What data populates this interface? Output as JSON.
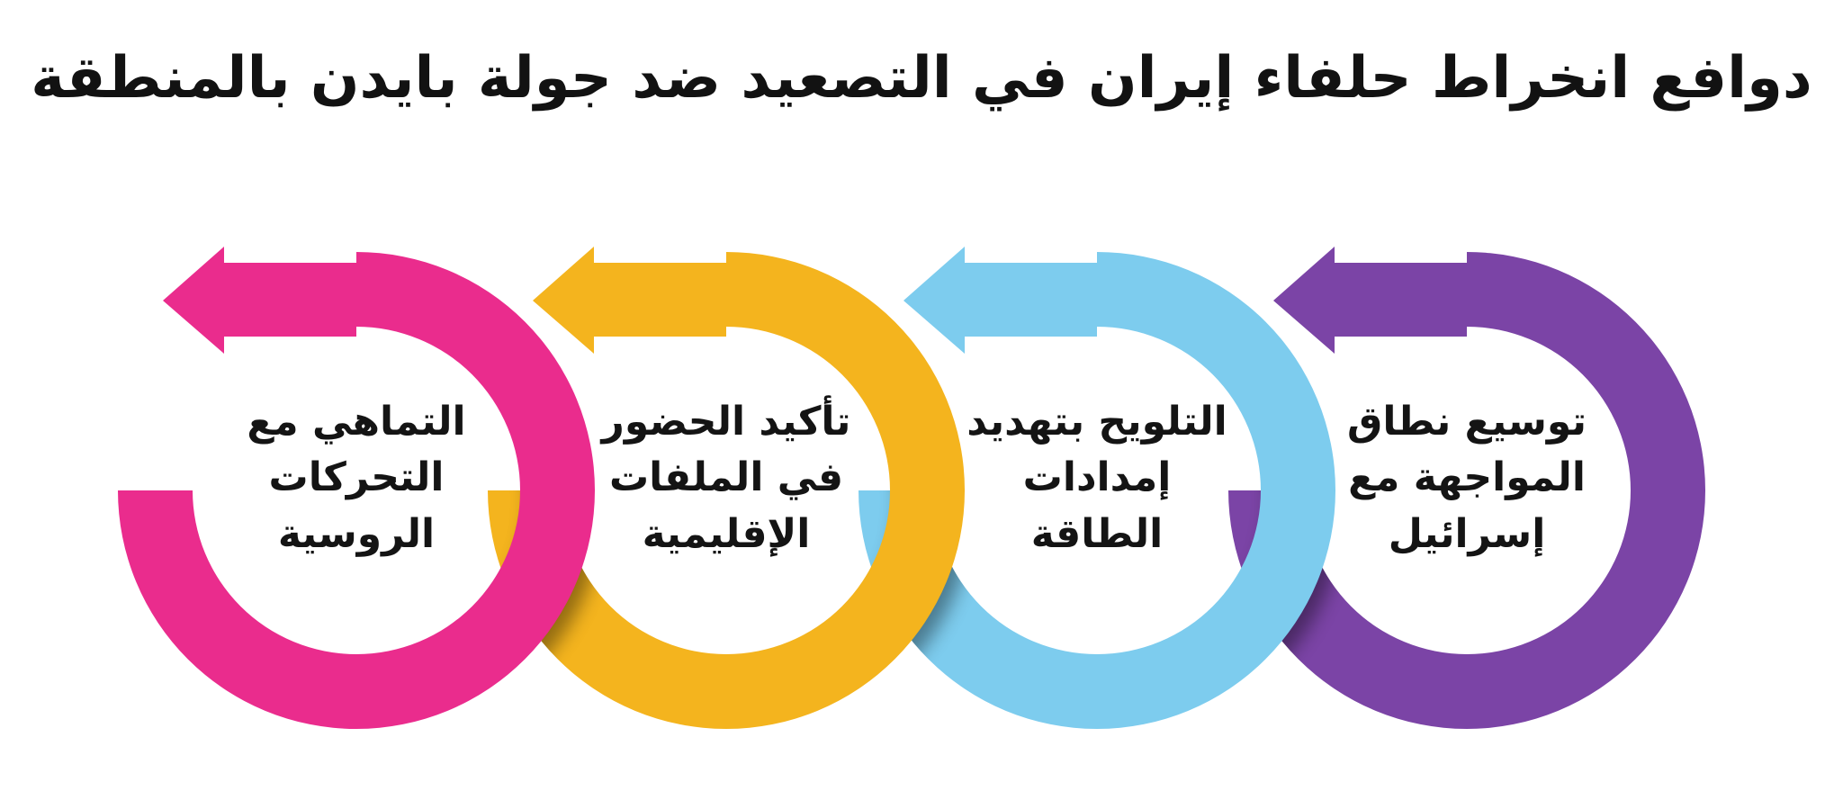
{
  "title": "دوافع انخراط حلفاء إيران في التصعيد ضد جولة بايدن بالمنطقة",
  "background_color": "#FFFFFF",
  "text_color": "#141414",
  "flow_direction": "right-to-left",
  "items": [
    {
      "name": "expand-confrontation-with-israel",
      "color": "#7B44A6",
      "label": "توسيع نطاق المواجهة مع إسرائيل",
      "lines": [
        "توسيع نطاق",
        "المواجهة مع",
        "إسرائيل"
      ]
    },
    {
      "name": "threaten-energy-supplies",
      "color": "#7DCCEE",
      "label": "التلويح بتهديد إمدادات الطاقة",
      "lines": [
        "التلويح بتهديد",
        "إمدادات",
        "الطاقة"
      ]
    },
    {
      "name": "assert-presence-in-regional-files",
      "color": "#F4B41E",
      "label": "تأكيد الحضور في الملفات الإقليمية",
      "lines": [
        "تأكيد الحضور",
        "في الملفات",
        "الإقليمية"
      ]
    },
    {
      "name": "align-with-russian-moves",
      "color": "#EA2C8D",
      "label": "التماهي مع التحركات الروسية",
      "lines": [
        "التماهي مع",
        "التحركات",
        "الروسية"
      ]
    }
  ]
}
